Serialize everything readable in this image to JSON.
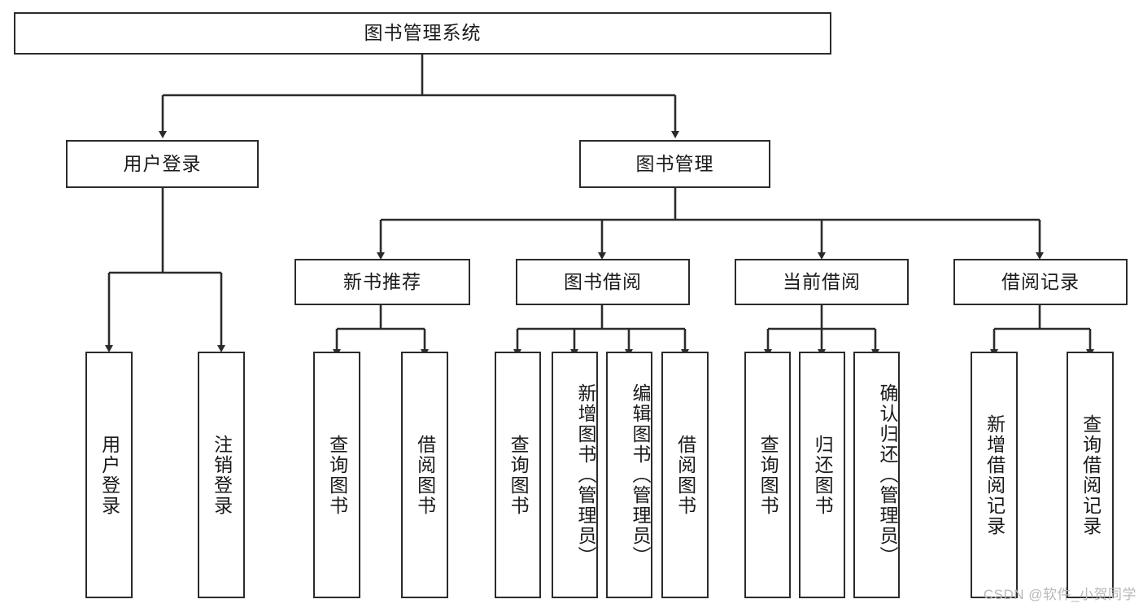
{
  "diagram": {
    "title": "图书管理系统",
    "type": "tree-hierarchy-diagram",
    "watermark": "CSDN @软件_小贺同学",
    "colors": {
      "box_border": "#2b2b2b",
      "box_fill": "#ffffff",
      "connector": "#2b2b2b",
      "text": "#1a1a1a",
      "watermark": "#b8b8b8",
      "background": "#ffffff"
    },
    "root": {
      "label": "图书管理系统"
    },
    "level2": [
      {
        "label": "用户登录"
      },
      {
        "label": "图书管理"
      }
    ],
    "level3": [
      {
        "label": "新书推荐"
      },
      {
        "label": "图书借阅"
      },
      {
        "label": "当前借阅"
      },
      {
        "label": "借阅记录"
      }
    ],
    "leaves_user_login": [
      {
        "label": "用户登录"
      },
      {
        "label": "注销登录"
      }
    ],
    "leaves_new_book": [
      {
        "label": "查询图书"
      },
      {
        "label": "借阅图书"
      }
    ],
    "leaves_borrow": [
      {
        "label": "查询图书"
      },
      {
        "label": "新增图书（管理员）"
      },
      {
        "label": "编辑图书（管理员）"
      },
      {
        "label": "借阅图书"
      }
    ],
    "leaves_current": [
      {
        "label": "查询图书"
      },
      {
        "label": "归还图书"
      },
      {
        "label": "确认归还（管理员）"
      }
    ],
    "leaves_records": [
      {
        "label": "新增借阅记录"
      },
      {
        "label": "查询借阅记录"
      }
    ]
  }
}
